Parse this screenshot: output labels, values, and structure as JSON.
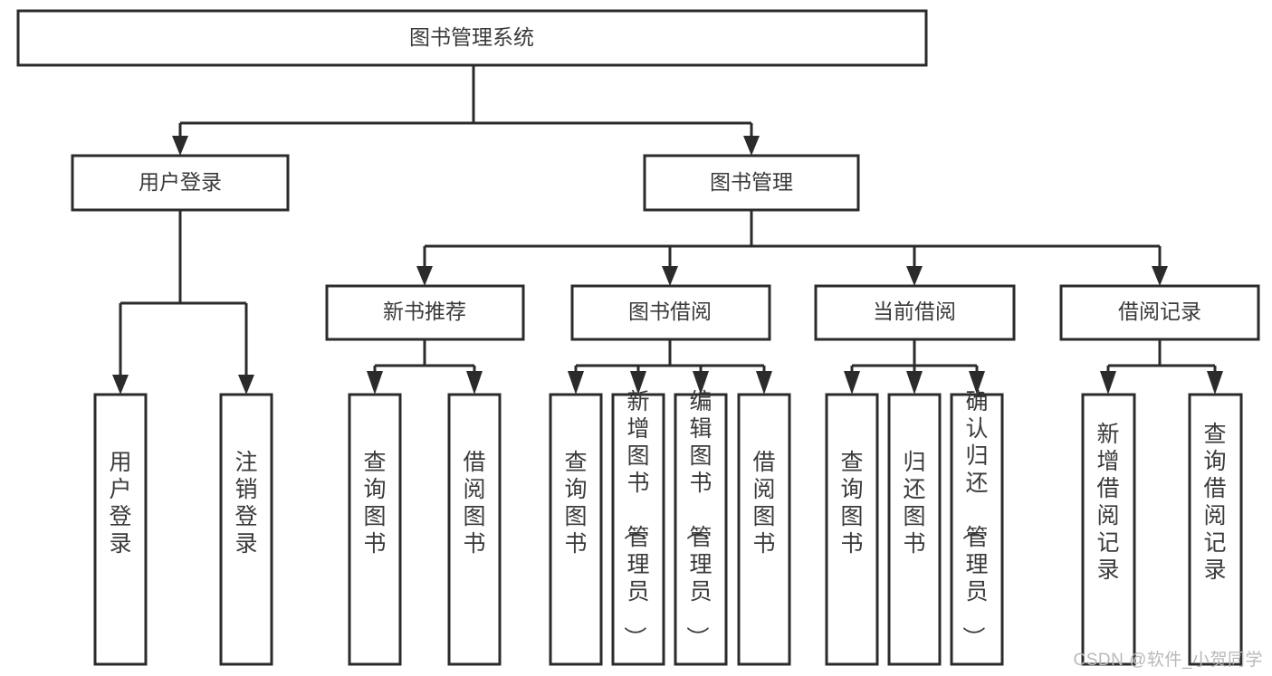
{
  "diagram": {
    "type": "tree-hierarchy-chart",
    "title": "图书管理系统",
    "watermark": "CSDN @软件_小贺同学",
    "colors": {
      "stroke": "#2b2b2b",
      "fill": "#ffffff",
      "text": "#3a3a3a",
      "watermark": "#b9b9b9"
    },
    "root": {
      "label": "图书管理系统"
    },
    "level1": [
      {
        "id": "user-login",
        "label": "用户登录"
      },
      {
        "id": "book-management",
        "label": "图书管理"
      }
    ],
    "level2": [
      {
        "id": "new-book-recommend",
        "label": "新书推荐",
        "parent": "book-management"
      },
      {
        "id": "book-borrow",
        "label": "图书借阅",
        "parent": "book-management"
      },
      {
        "id": "current-borrow",
        "label": "当前借阅",
        "parent": "book-management"
      },
      {
        "id": "borrow-record",
        "label": "借阅记录",
        "parent": "book-management"
      }
    ],
    "leaves": {
      "user-login": [
        {
          "id": "leaf-user-login",
          "label": "用户登录"
        },
        {
          "id": "leaf-logout-login",
          "label": "注销登录"
        }
      ],
      "new-book-recommend": [
        {
          "id": "leaf-query-book-1",
          "label": "查询图书"
        },
        {
          "id": "leaf-borrow-book-1",
          "label": "借阅图书"
        }
      ],
      "book-borrow": [
        {
          "id": "leaf-query-book-2",
          "label": "查询图书"
        },
        {
          "id": "leaf-add-book",
          "label": "新增图书（管理员）"
        },
        {
          "id": "leaf-edit-book",
          "label": "编辑图书（管理员）"
        },
        {
          "id": "leaf-borrow-book-2",
          "label": "借阅图书"
        }
      ],
      "current-borrow": [
        {
          "id": "leaf-query-book-3",
          "label": "查询图书"
        },
        {
          "id": "leaf-return-book",
          "label": "归还图书"
        },
        {
          "id": "leaf-confirm-return",
          "label": "确认归还（管理员）"
        }
      ],
      "borrow-record": [
        {
          "id": "leaf-add-record",
          "label": "新增借阅记录"
        },
        {
          "id": "leaf-query-record",
          "label": "查询借阅记录"
        }
      ]
    }
  }
}
